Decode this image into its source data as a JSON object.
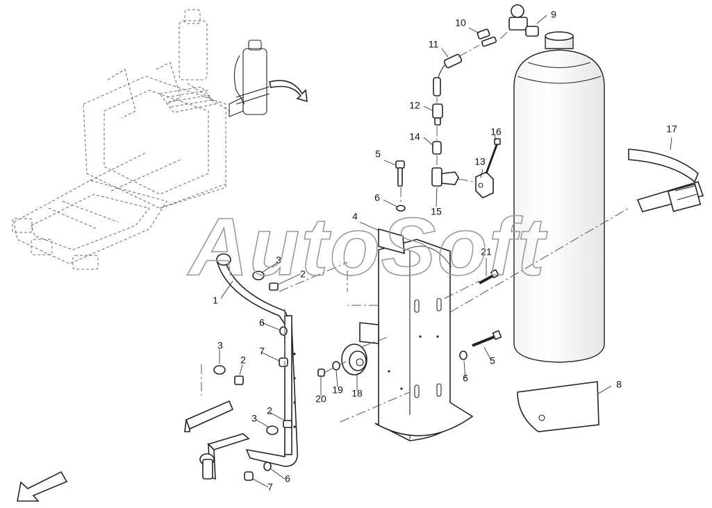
{
  "watermark": "AutoSoft",
  "callouts": [
    {
      "id": "c1",
      "text": "1"
    },
    {
      "id": "c2a",
      "text": "2"
    },
    {
      "id": "c2b",
      "text": "2"
    },
    {
      "id": "c2c",
      "text": "2"
    },
    {
      "id": "c3a",
      "text": "3"
    },
    {
      "id": "c3b",
      "text": "3"
    },
    {
      "id": "c3c",
      "text": "3"
    },
    {
      "id": "c4",
      "text": "4"
    },
    {
      "id": "c5a",
      "text": "5"
    },
    {
      "id": "c5b",
      "text": "5"
    },
    {
      "id": "c6a",
      "text": "6"
    },
    {
      "id": "c6b",
      "text": "6"
    },
    {
      "id": "c6c",
      "text": "6"
    },
    {
      "id": "c6d",
      "text": "6"
    },
    {
      "id": "c7a",
      "text": "7"
    },
    {
      "id": "c7b",
      "text": "7"
    },
    {
      "id": "c8",
      "text": "8"
    },
    {
      "id": "c9",
      "text": "9"
    },
    {
      "id": "c10",
      "text": "10"
    },
    {
      "id": "c11",
      "text": "11"
    },
    {
      "id": "c12",
      "text": "12"
    },
    {
      "id": "c13",
      "text": "13"
    },
    {
      "id": "c14",
      "text": "14"
    },
    {
      "id": "c15",
      "text": "15"
    },
    {
      "id": "c16",
      "text": "16"
    },
    {
      "id": "c17",
      "text": "17"
    },
    {
      "id": "c18",
      "text": "18"
    },
    {
      "id": "c19",
      "text": "19"
    },
    {
      "id": "c20",
      "text": "20"
    },
    {
      "id": "c21",
      "text": "21"
    }
  ],
  "icons": {
    "direction_arrow": "front-direction-arrow-icon",
    "zoom_arrow": "detail-zoom-arrow-icon"
  }
}
